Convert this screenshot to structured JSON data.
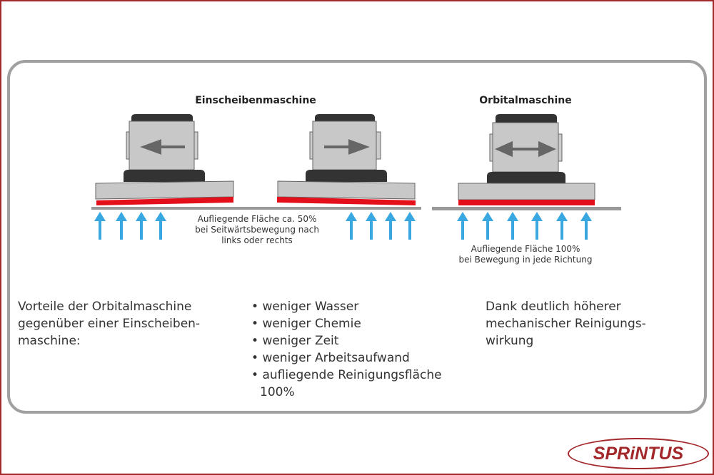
{
  "diagram": {
    "title_single_disc": "Einscheibenmaschine",
    "title_orbital": "Orbitalmaschine",
    "caption_single_disc": [
      "Aufliegende Fläche ca. 50%",
      "bei Seitwärtsbewegung nach",
      "links oder rechts"
    ],
    "caption_orbital": [
      "Aufliegende Fläche 100%",
      "bei Bewegung in jede Richtung"
    ]
  },
  "text": {
    "advantages_heading": [
      "Vorteile der Orbitalmaschine",
      "gegenüber einer Einscheiben-",
      "maschine:"
    ],
    "bullets": [
      "weniger Wasser",
      "weniger Chemie",
      "weniger Zeit",
      "weniger Arbeitsaufwand",
      "aufliegende Reinigungsfläche 100%"
    ],
    "conclusion": [
      "Dank deutlich höherer",
      "mechanischer Reinigungs-",
      "wirkung"
    ]
  },
  "logo": {
    "text": "SPRiNTUS"
  },
  "colors": {
    "border": "#a3282b",
    "frame": "#a0a0a0",
    "pad": "#e3101b",
    "arrow": "#3aa8e0",
    "body": "#c8c8c8",
    "dark": "#333333"
  }
}
